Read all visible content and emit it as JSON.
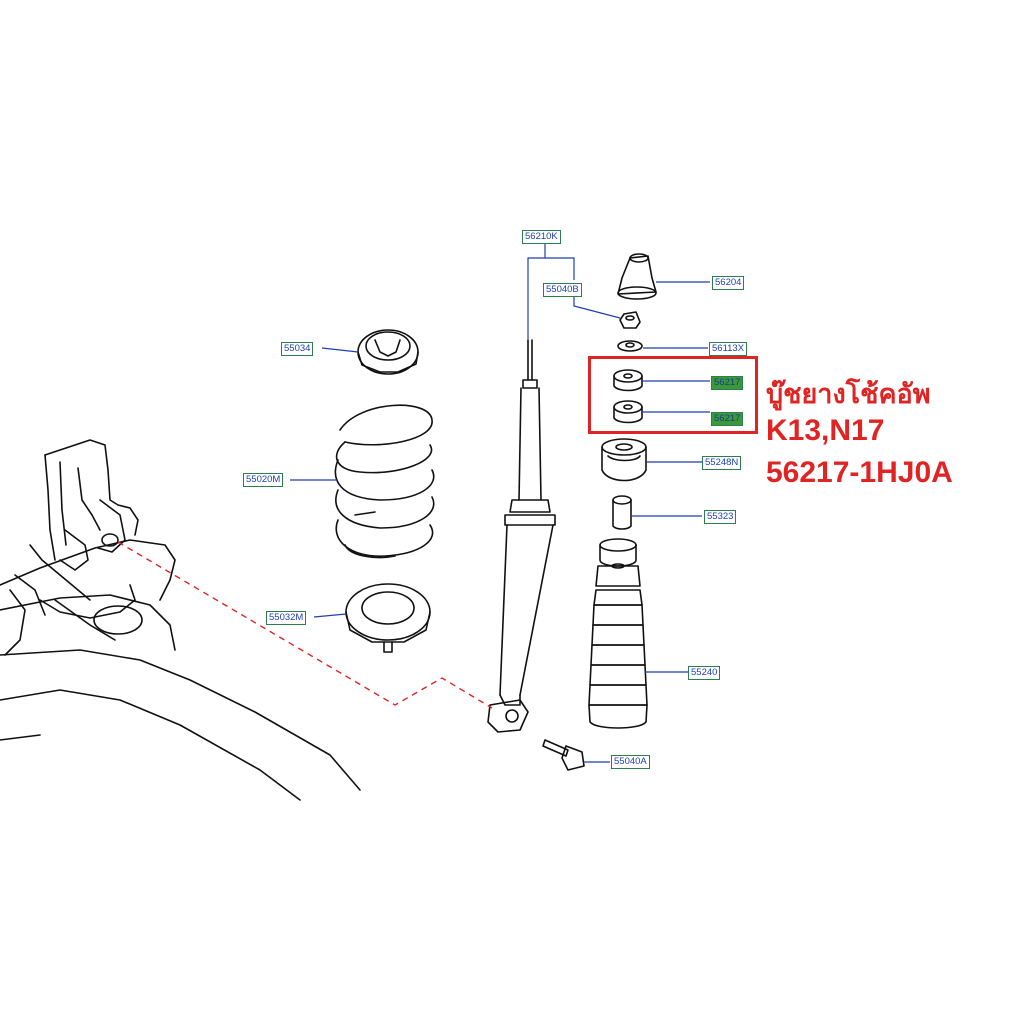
{
  "labels": {
    "p56210K": "56210K",
    "p55040B": "55040B",
    "p56204": "56204",
    "p56113X": "56113X",
    "p56217a": "56217",
    "p56217b": "56217",
    "p55248N": "55248N",
    "p55323": "55323",
    "p55240": "55240",
    "p55040A": "55040A",
    "p55034": "55034",
    "p55020M": "55020M",
    "p55032M": "55032M"
  },
  "annotation": {
    "line1": "บู๊ชยางโช้คอัพ",
    "line2": "K13,N17",
    "line3": "56217-1HJ0A"
  },
  "colors": {
    "label_text": "#1f3fb0",
    "label_border": "#2e7d4f",
    "highlight_fill": "#3a9a3a",
    "annotation": "#e02424",
    "leader_line": "#1f3fb0",
    "dashed_line": "#e02424"
  }
}
